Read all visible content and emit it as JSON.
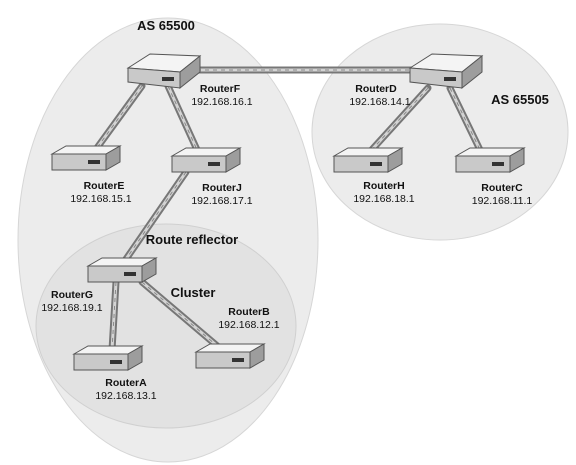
{
  "regions": {
    "as65500": {
      "label": "AS 65500"
    },
    "as65505": {
      "label": "AS 65505"
    },
    "route_reflector": {
      "label": "Route reflector"
    },
    "cluster": {
      "label": "Cluster"
    }
  },
  "routers": {
    "routerF": {
      "name": "RouterF",
      "ip": "192.168.16.1"
    },
    "routerD": {
      "name": "RouterD",
      "ip": "192.168.14.1"
    },
    "routerE": {
      "name": "RouterE",
      "ip": "192.168.15.1"
    },
    "routerJ": {
      "name": "RouterJ",
      "ip": "192.168.17.1"
    },
    "routerH": {
      "name": "RouterH",
      "ip": "192.168.18.1"
    },
    "routerC": {
      "name": "RouterC",
      "ip": "192.168.11.1"
    },
    "routerG": {
      "name": "RouterG",
      "ip": "192.168.19.1"
    },
    "routerB": {
      "name": "RouterB",
      "ip": "192.168.12.1"
    },
    "routerA": {
      "name": "RouterA",
      "ip": "192.168.13.1"
    }
  },
  "links": [
    {
      "from": "RouterF",
      "to": "RouterD"
    },
    {
      "from": "RouterF",
      "to": "RouterE"
    },
    {
      "from": "RouterF",
      "to": "RouterJ"
    },
    {
      "from": "RouterJ",
      "to": "RouterG"
    },
    {
      "from": "RouterG",
      "to": "RouterA"
    },
    {
      "from": "RouterG",
      "to": "RouterB"
    },
    {
      "from": "RouterD",
      "to": "RouterH"
    },
    {
      "from": "RouterD",
      "to": "RouterC"
    }
  ],
  "colors": {
    "region_fill": "#ececec",
    "cluster_fill": "#e2e2e2",
    "region_stroke": "#d0d0d0",
    "cable_outer": "#8a8a8a",
    "cable_inner": "#cfcfcf",
    "router_top": "#f4f4f4",
    "router_side": "#b8b8b8",
    "router_edge": "#555555"
  }
}
